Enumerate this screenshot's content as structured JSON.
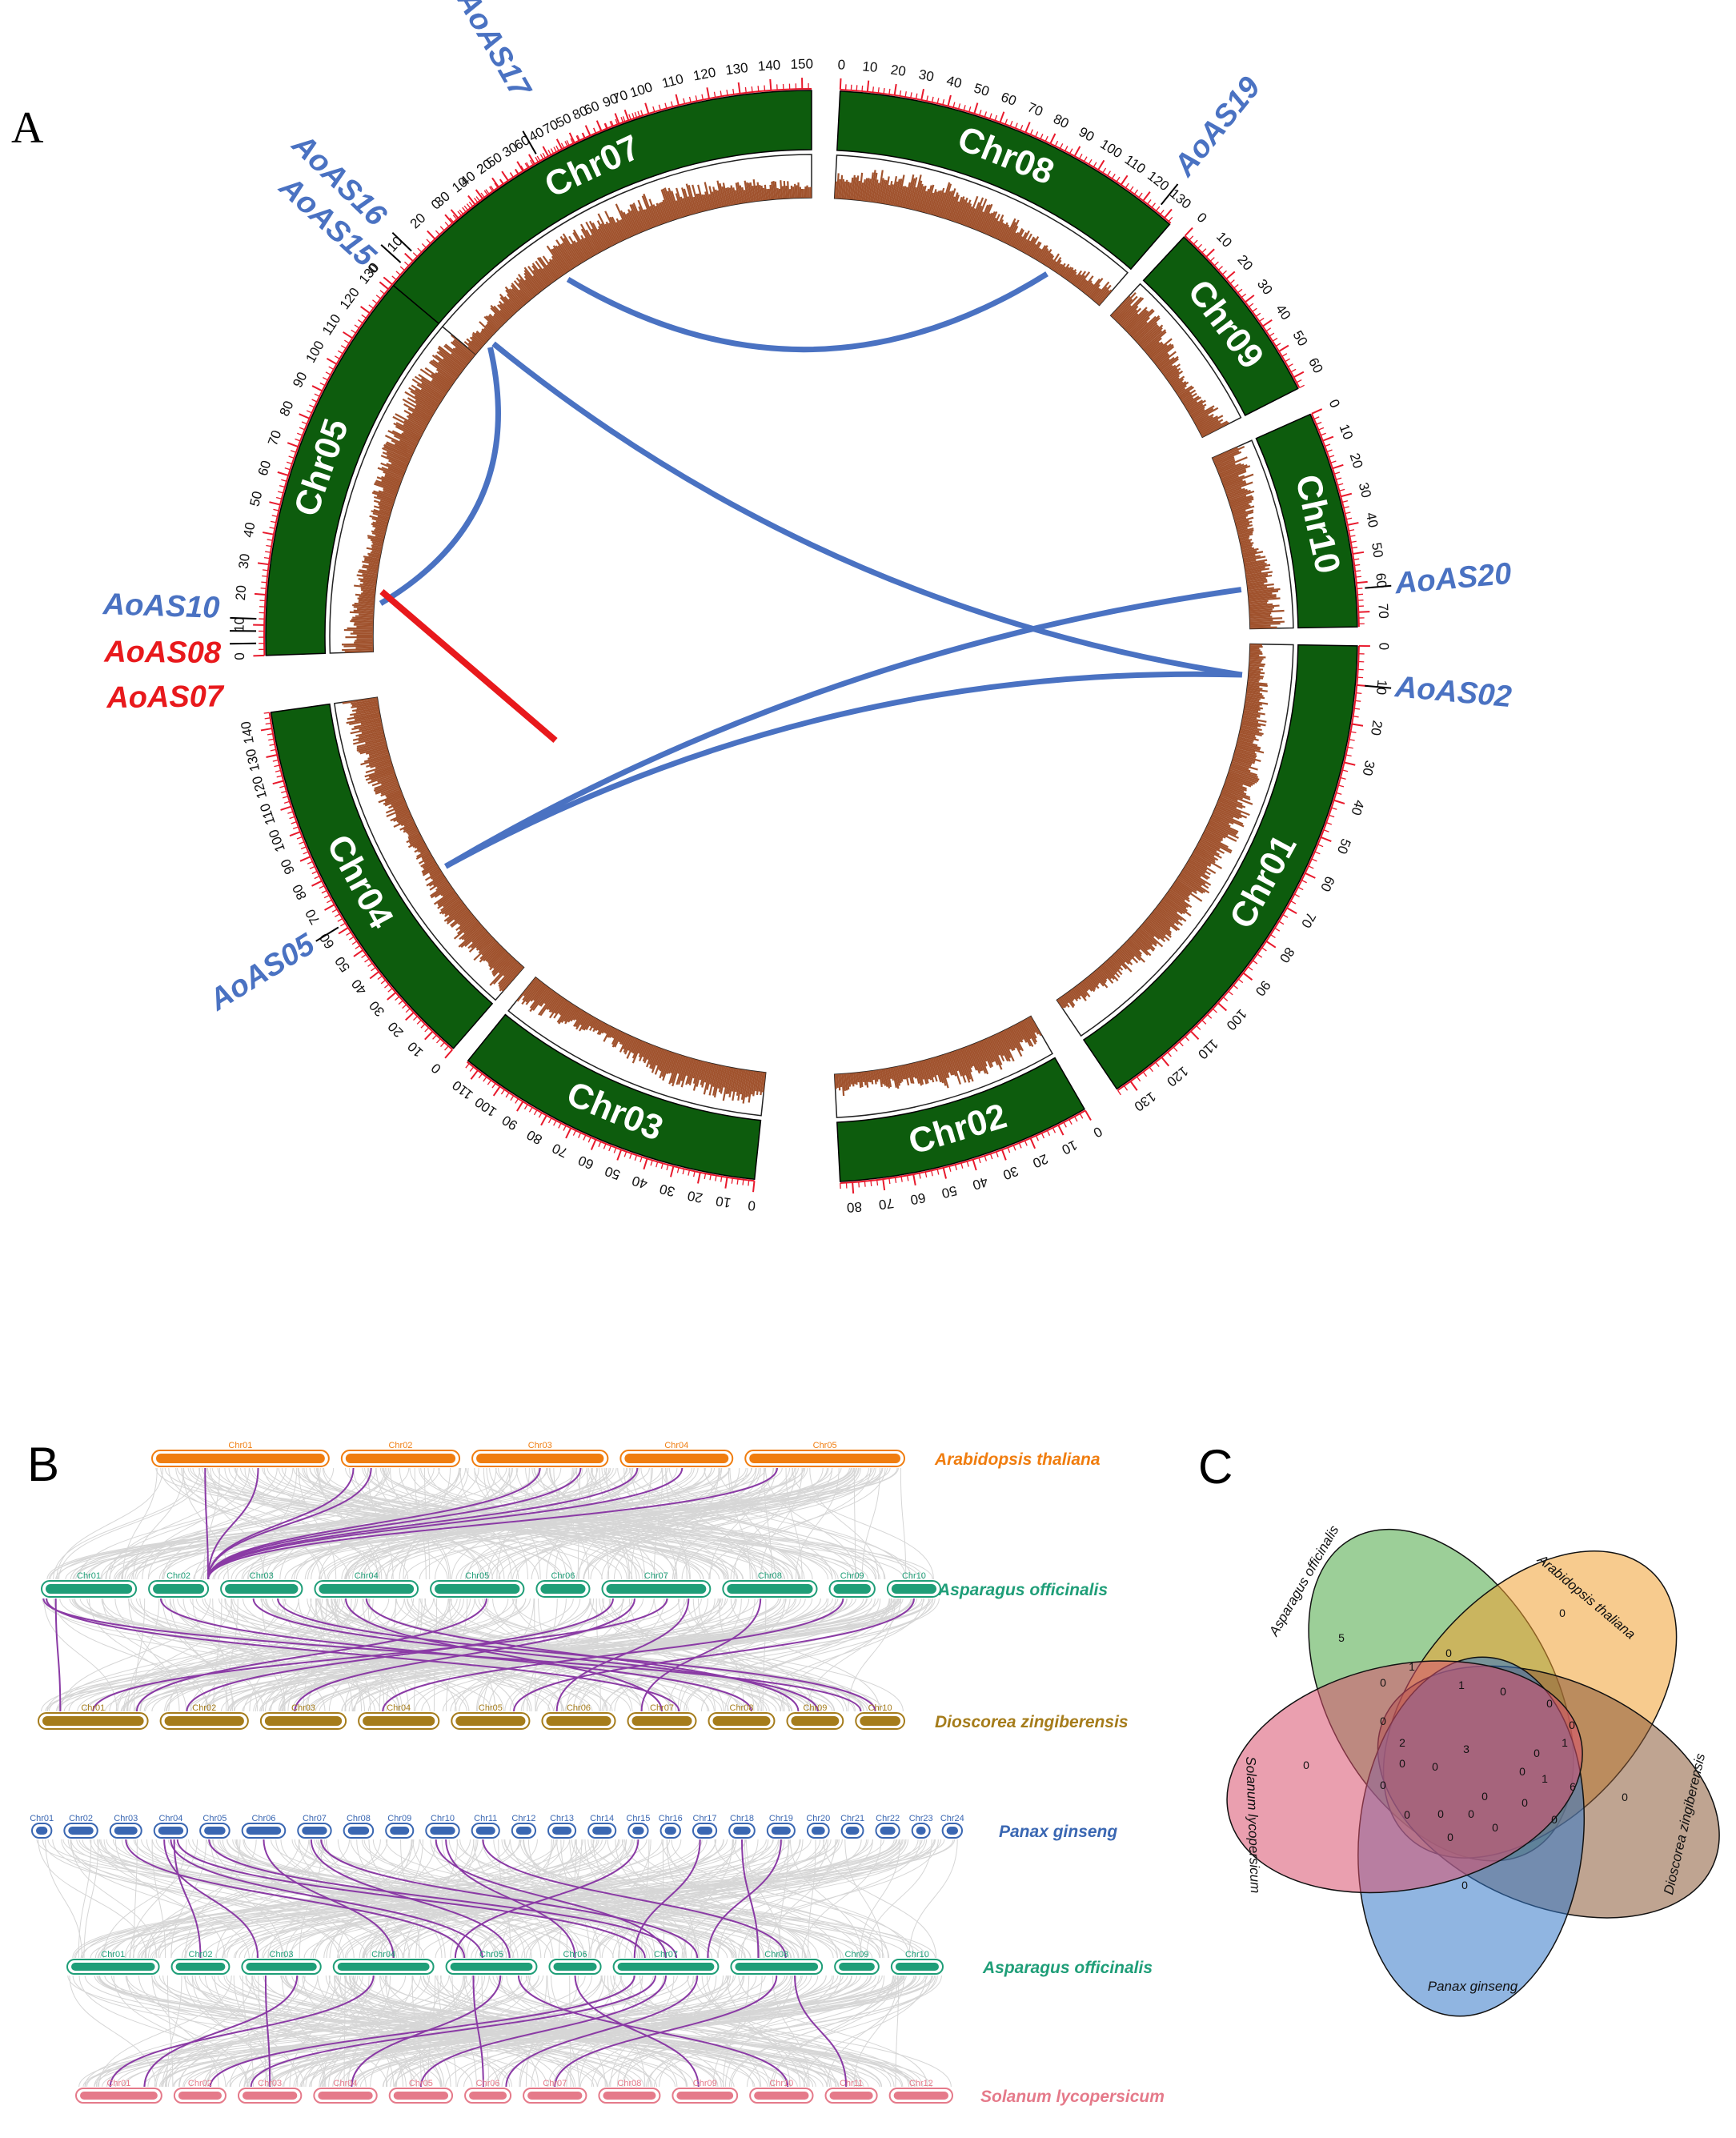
{
  "panels": {
    "a": "A",
    "b": "B",
    "c": "C"
  },
  "colors": {
    "chr_fill": "#0d5c0d",
    "density": "#a0522d",
    "tick": "#e8192c",
    "link_blue": "#4a72c2",
    "link_red": "#e8191c",
    "gene_blue": "#4a72c2",
    "gene_red": "#e8191c",
    "gray_links": "#d6d6d6",
    "purple_links": "#8a3aa5"
  },
  "circos": {
    "chromosomes": [
      {
        "name": "Chr01",
        "start_deg": 91,
        "end_deg": 146,
        "length": 134,
        "tick_step": 10
      },
      {
        "name": "Chr02",
        "start_deg": 150,
        "end_deg": 177,
        "length": 84,
        "tick_step": 10
      },
      {
        "name": "Chr03",
        "start_deg": 186,
        "end_deg": 219,
        "length": 115,
        "tick_step": 10
      },
      {
        "name": "Chr04",
        "start_deg": 221,
        "end_deg": 262,
        "length": 146,
        "tick_step": 10
      },
      {
        "name": "Chr05",
        "start_deg": 268,
        "end_deg": 310,
        "length": 132,
        "tick_step": 10
      },
      {
        "name": "Chr06",
        "start_deg": 319,
        "end_deg": 342,
        "length": 75,
        "tick_step": 10
      },
      {
        "name": "Chr07",
        "start_deg": 310,
        "end_deg": 0,
        "length": 153,
        "tick_step": 10
      },
      {
        "name": "Chr08",
        "start_deg": 3,
        "end_deg": 41,
        "length": 133,
        "tick_step": 10
      },
      {
        "name": "Chr09",
        "start_deg": 43,
        "end_deg": 63,
        "length": 64,
        "tick_step": 10
      },
      {
        "name": "Chr10",
        "start_deg": 66,
        "end_deg": 89,
        "length": 75,
        "tick_step": 10
      }
    ],
    "links": [
      {
        "from": [
          "Chr07",
          48
        ],
        "to": [
          "Chr08",
          105
        ],
        "color": "blue"
      },
      {
        "from": [
          "Chr07",
          8
        ],
        "to": [
          "Chr01",
          10
        ],
        "color": "blue"
      },
      {
        "from": [
          "Chr07",
          6
        ],
        "to": [
          "Chr05",
          20
        ],
        "color": "blue"
      },
      {
        "from": [
          "Chr04",
          60
        ],
        "to": [
          "Chr10",
          58
        ],
        "color": "blue"
      },
      {
        "from": [
          "Chr04",
          60
        ],
        "to": [
          "Chr01",
          10
        ],
        "color": "blue"
      },
      {
        "from": [
          "Chr05",
          25
        ],
        "to": [
          "Chr05",
          18
        ],
        "color": "red"
      }
    ],
    "genes": [
      {
        "name": "AoAS17",
        "chr": "Chr07",
        "pos": 62,
        "color": "blue"
      },
      {
        "name": "AoAS16",
        "chr": "Chr07",
        "pos": 12,
        "color": "blue"
      },
      {
        "name": "AoAS15",
        "chr": "Chr07",
        "pos": 7,
        "color": "blue"
      },
      {
        "name": "AoAS19",
        "chr": "Chr08",
        "pos": 126,
        "color": "blue"
      },
      {
        "name": "AoAS20",
        "chr": "Chr10",
        "pos": 62,
        "color": "blue"
      },
      {
        "name": "AoAS02",
        "chr": "Chr01",
        "pos": 10,
        "color": "blue"
      },
      {
        "name": "AoAS05",
        "chr": "Chr04",
        "pos": 62,
        "color": "blue"
      },
      {
        "name": "AoAS10",
        "chr": "Chr05",
        "pos": 12,
        "color": "blue"
      },
      {
        "name": "AoAS08",
        "chr": "Chr05",
        "pos": 8,
        "color": "red"
      },
      {
        "name": "AoAS07",
        "chr": "Chr05",
        "pos": 4,
        "color": "red"
      }
    ]
  },
  "synteny": {
    "upper": {
      "rows": [
        {
          "species": "Arabidopsis thaliana",
          "color": "#f07d0f",
          "chromosomes": [
            "Chr01",
            "Chr02",
            "Chr03",
            "Chr04",
            "Chr05"
          ],
          "lengths": [
            30,
            20,
            23,
            19,
            27
          ]
        },
        {
          "species": "Asparagus officinalis",
          "color": "#1f9e78",
          "chromosomes": [
            "Chr01",
            "Chr02",
            "Chr03",
            "Chr04",
            "Chr05",
            "Chr06",
            "Chr07",
            "Chr08",
            "Chr09",
            "Chr10"
          ],
          "lengths": [
            134,
            84,
            115,
            146,
            132,
            75,
            153,
            133,
            64,
            75
          ]
        },
        {
          "species": "Dioscorea zingiberensis",
          "color": "#a57c1b",
          "chromosomes": [
            "Chr01",
            "Chr02",
            "Chr03",
            "Chr04",
            "Chr05",
            "Chr06",
            "Chr07",
            "Chr08",
            "Chr09",
            "Chr10"
          ],
          "lengths": [
            90,
            72,
            70,
            66,
            64,
            60,
            56,
            54,
            46,
            40
          ]
        }
      ],
      "purple_links_01": [
        [
          0,
          0.6,
          1,
          6.15
        ],
        [
          0,
          0.3,
          1,
          3.6
        ],
        [
          1,
          0.1,
          1,
          6.5
        ],
        [
          1,
          0.25,
          1,
          8.3
        ],
        [
          2,
          0.5,
          1,
          3.2
        ],
        [
          2,
          0.8,
          1,
          8.6
        ],
        [
          3,
          0.55,
          1,
          3.5
        ],
        [
          3,
          0.15,
          1,
          6.3
        ],
        [
          4,
          0.2,
          1,
          7.7
        ]
      ],
      "purple_links_12": [
        [
          0,
          0.05,
          6,
          0.75
        ],
        [
          0,
          0.02,
          9,
          0.1
        ],
        [
          1,
          0.2,
          7,
          0.65
        ],
        [
          2,
          0.4,
          8,
          0.55
        ],
        [
          3,
          0.3,
          6,
          0.5
        ],
        [
          3,
          0.5,
          8,
          0.2
        ],
        [
          4,
          0.6,
          0,
          0.9
        ],
        [
          6,
          0.1,
          1,
          0.3
        ],
        [
          6,
          0.3,
          2,
          0.4
        ],
        [
          6,
          0.6,
          0,
          0.5
        ],
        [
          6,
          0.8,
          5,
          0.2
        ],
        [
          7,
          0.4,
          6,
          0.2
        ],
        [
          8,
          0.3,
          3,
          0.3
        ],
        [
          9,
          0.5,
          4,
          0.8
        ],
        [
          2,
          0.7,
          9,
          0.4
        ],
        [
          0,
          0.15,
          0,
          0.2
        ]
      ]
    },
    "lower": {
      "rows": [
        {
          "species": "Panax ginseng",
          "color": "#3a67b2",
          "chromosomes": [
            "Chr01",
            "Chr02",
            "Chr03",
            "Chr04",
            "Chr05",
            "Chr06",
            "Chr07",
            "Chr08",
            "Chr09",
            "Chr10",
            "Chr11",
            "Chr12",
            "Chr13",
            "Chr14",
            "Chr15",
            "Chr16",
            "Chr17",
            "Chr18",
            "Chr19",
            "Chr20",
            "Chr21",
            "Chr22",
            "Chr23",
            "Chr24"
          ],
          "lengths": [
            20,
            34,
            32,
            34,
            30,
            44,
            34,
            30,
            28,
            34,
            28,
            24,
            28,
            28,
            20,
            20,
            24,
            26,
            28,
            22,
            22,
            24,
            18,
            20
          ]
        },
        {
          "species": "Asparagus officinalis",
          "color": "#1f9e78",
          "chromosomes": [
            "Chr01",
            "Chr02",
            "Chr03",
            "Chr04",
            "Chr05",
            "Chr06",
            "Chr07",
            "Chr08",
            "Chr09",
            "Chr10"
          ],
          "lengths": [
            134,
            84,
            115,
            146,
            132,
            75,
            153,
            133,
            64,
            75
          ]
        },
        {
          "species": "Solanum lycopersicum",
          "color": "#e57a8a",
          "chromosomes": [
            "Chr01",
            "Chr02",
            "Chr03",
            "Chr04",
            "Chr05",
            "Chr06",
            "Chr07",
            "Chr08",
            "Chr09",
            "Chr10",
            "Chr11",
            "Chr12"
          ],
          "lengths": [
            90,
            54,
            66,
            66,
            66,
            48,
            66,
            64,
            68,
            66,
            54,
            66
          ]
        }
      ],
      "purple_links_01": [
        [
          3,
          0.3,
          2,
          0.2
        ],
        [
          3,
          0.5,
          4,
          0.4
        ],
        [
          3,
          0.7,
          6,
          0.3
        ],
        [
          4,
          0.3,
          6,
          0.6
        ],
        [
          6,
          0.4,
          4,
          0.7
        ],
        [
          6,
          0.7,
          6,
          0.8
        ],
        [
          9,
          0.3,
          6,
          0.5
        ],
        [
          9,
          0.6,
          5,
          0.5
        ],
        [
          14,
          0.5,
          4,
          0.1
        ],
        [
          16,
          0.3,
          6,
          0.2
        ],
        [
          17,
          0.5,
          7,
          0.3
        ],
        [
          18,
          0.5,
          6,
          0.9
        ],
        [
          2,
          0.5,
          4,
          0.2
        ],
        [
          5,
          0.5,
          3,
          0.6
        ],
        [
          10,
          0.4,
          7,
          0.6
        ],
        [
          3,
          0.6,
          1,
          0.5
        ]
      ],
      "purple_links_12": [
        [
          2,
          0.3,
          2,
          0.5
        ],
        [
          4,
          0.3,
          5,
          0.4
        ],
        [
          4,
          0.6,
          3,
          0.6
        ],
        [
          6,
          0.2,
          1,
          0.7
        ],
        [
          6,
          0.5,
          4,
          0.5
        ],
        [
          6,
          0.8,
          5,
          0.9
        ],
        [
          4,
          0.8,
          9,
          0.6
        ],
        [
          7,
          0.5,
          6,
          0.5
        ],
        [
          5,
          0.5,
          8,
          0.4
        ],
        [
          6,
          0.4,
          2,
          0.2
        ],
        [
          2,
          0.7,
          0,
          0.8
        ],
        [
          7,
          0.7,
          10,
          0.4
        ],
        [
          3,
          0.4,
          0,
          0.4
        ]
      ]
    }
  },
  "venn": {
    "sets": [
      {
        "name": "Asparagus officinalis",
        "color": "#4aa844"
      },
      {
        "name": "Arabidopsis thaliana",
        "color": "#f0a032"
      },
      {
        "name": "Dioscorea zingiberensis",
        "color": "#8a5a36"
      },
      {
        "name": "Panax ginseng",
        "color": "#3578c8"
      },
      {
        "name": "Solanum lycopersicum",
        "color": "#d9506e"
      }
    ],
    "counts": [
      "5",
      "0",
      "0",
      "0",
      "0",
      "1",
      "0",
      "1",
      "0",
      "0",
      "0",
      "1",
      "0",
      "0",
      "2",
      "3",
      "0",
      "0",
      "6",
      "0",
      "1",
      "0",
      "0",
      "0",
      "0",
      "0",
      "0",
      "0",
      "0",
      "0",
      "0"
    ]
  }
}
